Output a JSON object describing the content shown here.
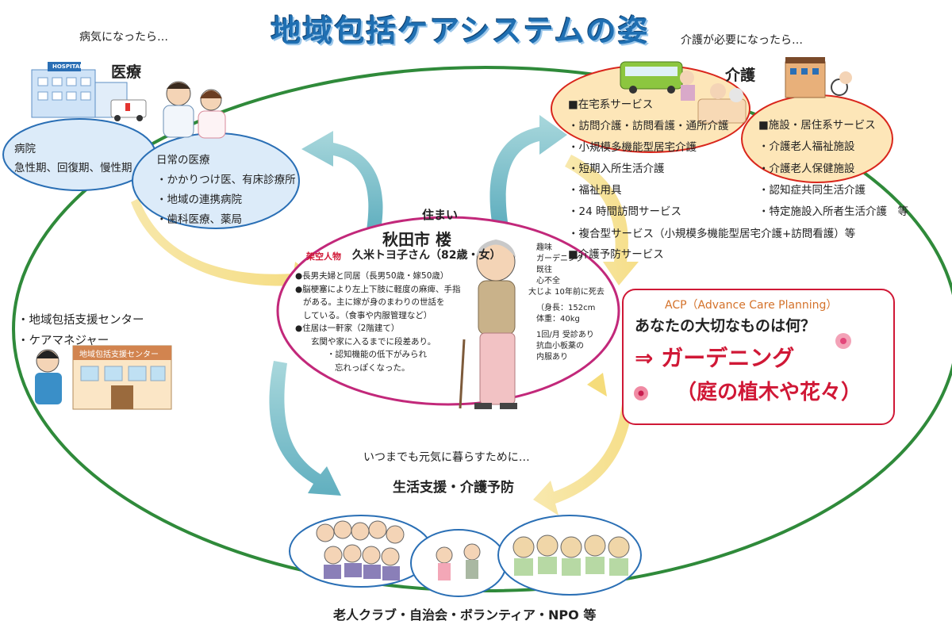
{
  "title": "地域包括ケアシステムの姿",
  "medical": {
    "lead": "病気になったら…",
    "heading": "医療",
    "hospital_sign": "HOSPITAL",
    "hospital_box": [
      "病院",
      "急性期、回復期、慢性期"
    ],
    "daily_box": [
      "日常の医療",
      "・かかりつけ医、有床診療所",
      "・地域の連携病院",
      "・歯科医療、薬局"
    ]
  },
  "care": {
    "lead": "介護が必要になったら…",
    "heading": "介護",
    "home_services": [
      "■在宅系サービス",
      "・訪問介護・訪問看護・通所介護",
      "・小規模多機能型居宅介護",
      "・短期入所生活介護",
      "・福祉用具",
      "・24 時間訪問サービス",
      "・複合型サービス（小規模多機能型居宅介護+訪問看護）等",
      "■介護予防サービス"
    ],
    "facility_services": [
      "■施設・居住系サービス",
      "・介護老人福祉施設",
      "・介護老人保健施設",
      "・認知症共同生活介護",
      "・特定施設入所者生活介護　等"
    ]
  },
  "support": {
    "items": [
      "・地域包括支援センター",
      "・ケアマネジャー"
    ],
    "building_sign": "地域包括支援センター"
  },
  "home": {
    "label": "住まい",
    "city": "秋田市 楼",
    "tag": "架空人物",
    "name": "久米トヨ子さん（82歳・女）",
    "notes": [
      "●長男夫婦と同居（長男50歳・嫁50歳）",
      "●脳梗塞により左上下肢に軽度の麻痺、手指",
      "がある。主に嫁が身のまわりの世話を",
      "している。（食事や内服管理など）",
      "●住居は一軒家（2階建て）",
      "玄関や家に入るまでに段差あり。",
      "・認知機能の低下がみられ",
      "忘れっぽくなった。"
    ],
    "side_notes": [
      "趣味",
      "ガーデニング",
      "既往",
      "心不全",
      "大じよ 10年前に死去",
      "（身長：152cm",
      "体重：40kg",
      "1回/月 受診あり",
      "抗血小板薬の",
      "内服あり"
    ]
  },
  "acp": {
    "title": "ACP（Advance Care Planning）",
    "question": "あなたの大切なものは何？",
    "answer1": "⇒ ガーデニング",
    "answer2": "（庭の植木や花々）"
  },
  "community": {
    "lead": "いつまでも元気に暮らすために…",
    "heading": "生活支援・介護予防",
    "footer": "老人クラブ・自治会・ボランティア・NPO 等"
  }
}
